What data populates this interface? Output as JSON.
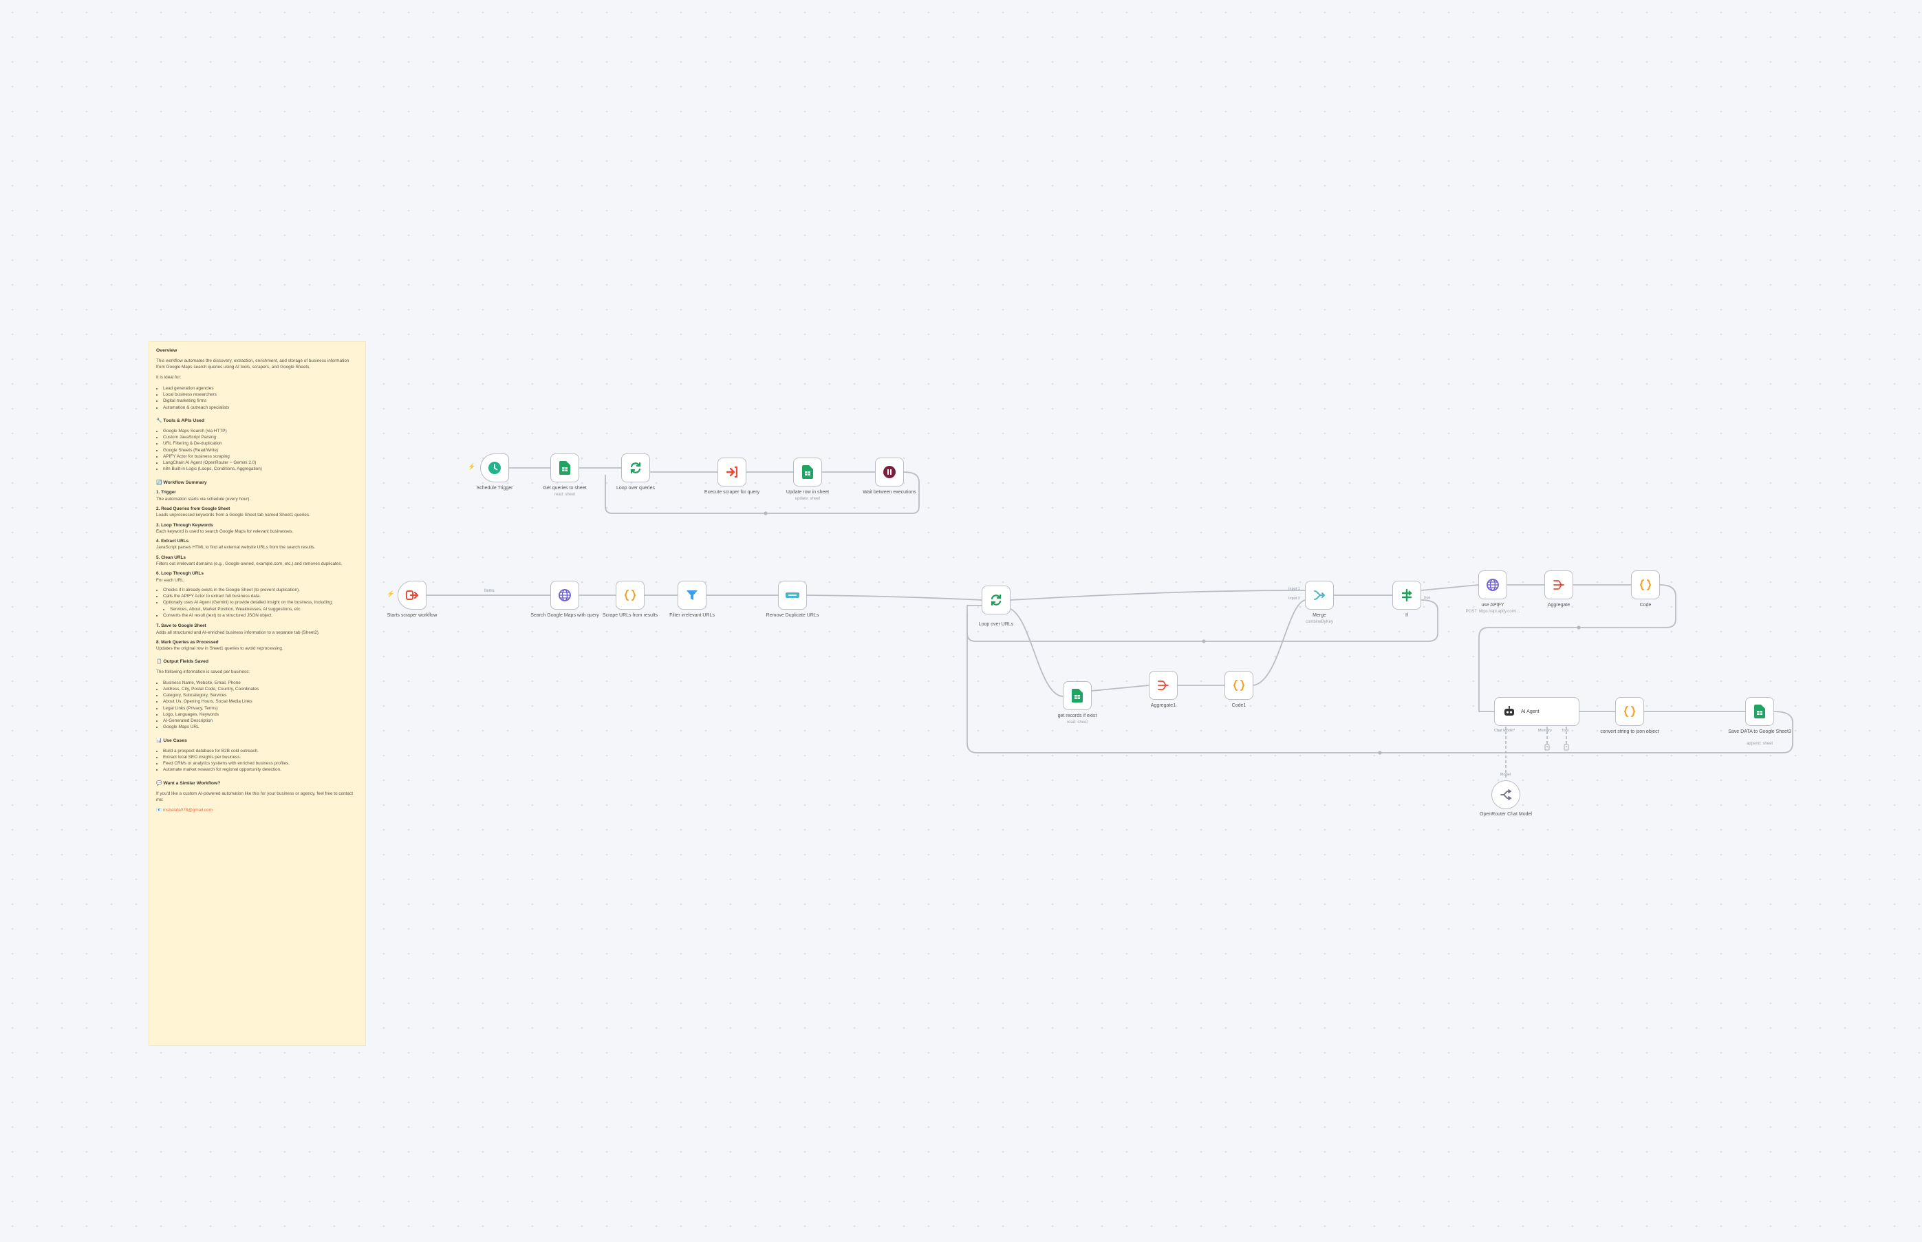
{
  "note": {
    "overview_title": "Overview",
    "overview_text": "This workflow automates the discovery, extraction, enrichment, and storage of business information from Google Maps search queries using AI tools, scrapers, and Google Sheets.",
    "ideal_for_label": "It is ideal for:",
    "ideal_for": [
      "Lead generation agencies",
      "Local business researchers",
      "Digital marketing firms",
      "Automation & outreach specialists"
    ],
    "tools_title": "🔧 Tools & APIs Used",
    "tools": [
      "Google Maps Search (via HTTP)",
      "Custom JavaScript Parsing",
      "URL Filtering & De-duplication",
      "Google Sheets (Read/Write)",
      "APIFY Actor for business scraping",
      "LangChain AI Agent (OpenRouter – Gemini 2.0)",
      "n8n Built-in Logic (Loops, Conditions, Aggregation)"
    ],
    "summary_title": "🔄 Workflow Summary",
    "steps": [
      {
        "title": "1. Trigger",
        "desc": "The automation starts via schedule (every hour)."
      },
      {
        "title": "2. Read Queries from Google Sheet",
        "desc": "Loads unprocessed keywords from a Google Sheet tab named Sheet1 queries."
      },
      {
        "title": "3. Loop Through Keywords",
        "desc": "Each keyword is used to search Google Maps for relevant businesses."
      },
      {
        "title": "4. Extract URLs",
        "desc": "JavaScript parses HTML to find all external website URLs from the search results."
      },
      {
        "title": "5. Clean URLs",
        "desc": "Filters out irrelevant domains (e.g., Google-owned, example.com, etc.) and removes duplicates."
      },
      {
        "title": "6. Loop Through URLs",
        "desc": "For each URL:"
      }
    ],
    "url_sub": [
      "Checks if it already exists in the Google Sheet (to prevent duplication).",
      "Calls the APIFY Actor to extract full business data.",
      "Optionally uses AI Agent (Gemini) to provide detailed insight on the business, including:",
      "Services, About, Market Position, Weaknesses, AI suggestions, etc.",
      "Converts the AI result (text) to a structured JSON object."
    ],
    "steps2": [
      {
        "title": "7. Save to Google Sheet",
        "desc": "Adds all structured and AI-enriched business information to a separate tab (Sheet2)."
      },
      {
        "title": "8. Mark Queries as Processed",
        "desc": "Updates the original row in Sheet1 queries to avoid reprocessing."
      }
    ],
    "output_title": "📋 Output Fields Saved",
    "output_intro": "The following information is saved per business:",
    "output_fields": [
      "Business Name, Website, Email, Phone",
      "Address, City, Postal Code, Country, Coordinates",
      "Category, Subcategory, Services",
      "About Us, Opening Hours, Social Media Links",
      "Legal Links (Privacy, Terms)",
      "Logo, Languages, Keywords",
      "AI-Generated Description",
      "Google Maps URL"
    ],
    "use_title": "📊 Use Cases",
    "use_cases": [
      "Build a prospect database for B2B cold outreach.",
      "Extract local SEO insights per business.",
      "Feed CRMs or analytics systems with enriched business profiles.",
      "Automate market research for regional opportunity detection."
    ],
    "similar_title": "💬 Want a Similar Workflow?",
    "similar_text": "If you'd like a custom AI-powered automation like this for your business or agency, feel free to contact me:",
    "contact": "📧 msbalafa078@gmail.com"
  },
  "nodes": {
    "schedule": {
      "label": "Schedule Trigger"
    },
    "get_queries": {
      "label": "Get queries to sheet",
      "sub": "read: sheet"
    },
    "loop_queries": {
      "label": "Loop over queries"
    },
    "execute_scraper": {
      "label": "Execute scraper for query"
    },
    "update_row": {
      "label": "Update row in sheet",
      "sub": "update: sheet"
    },
    "wait": {
      "label": "Wait between executions"
    },
    "start_scraper": {
      "label": "Starts scraper workflow"
    },
    "search_maps": {
      "label": "Search Google Maps with query"
    },
    "scrape_urls": {
      "label": "Scrape URLs from results"
    },
    "filter_urls": {
      "label": "Filter irrelevant URLs"
    },
    "remove_dupes": {
      "label": "Remove Duplicate URLs"
    },
    "loop_urls": {
      "label": "Loop over URLs"
    },
    "get_records": {
      "label": "get records if exist",
      "sub": "read: sheet"
    },
    "aggregate1": {
      "label": "Aggregate1"
    },
    "code1": {
      "label": "Code1"
    },
    "merge": {
      "label": "Merge",
      "sub": "combineByKey"
    },
    "if": {
      "label": "If"
    },
    "apify": {
      "label": "use APIFY",
      "sub": "POST: https://api.apify.com/..."
    },
    "aggregate": {
      "label": "Aggregate"
    },
    "code": {
      "label": "Code"
    },
    "ai_agent": {
      "label": "AI Agent"
    },
    "convert": {
      "label": "convert string to json object"
    },
    "save": {
      "label": "Save DATA to Google Sheet3",
      "sub": "append: sheet"
    },
    "openrouter": {
      "label": "OpenRouter Chat Model"
    }
  },
  "edge_labels": {
    "start_to_search": "Items",
    "merge_in1": "Input 1",
    "merge_in2": "Input 2",
    "if_true": "true",
    "agent_chat_model": "Chat Model*",
    "agent_memory": "Memory",
    "agent_tool": "Tool",
    "model_out": "Model"
  }
}
